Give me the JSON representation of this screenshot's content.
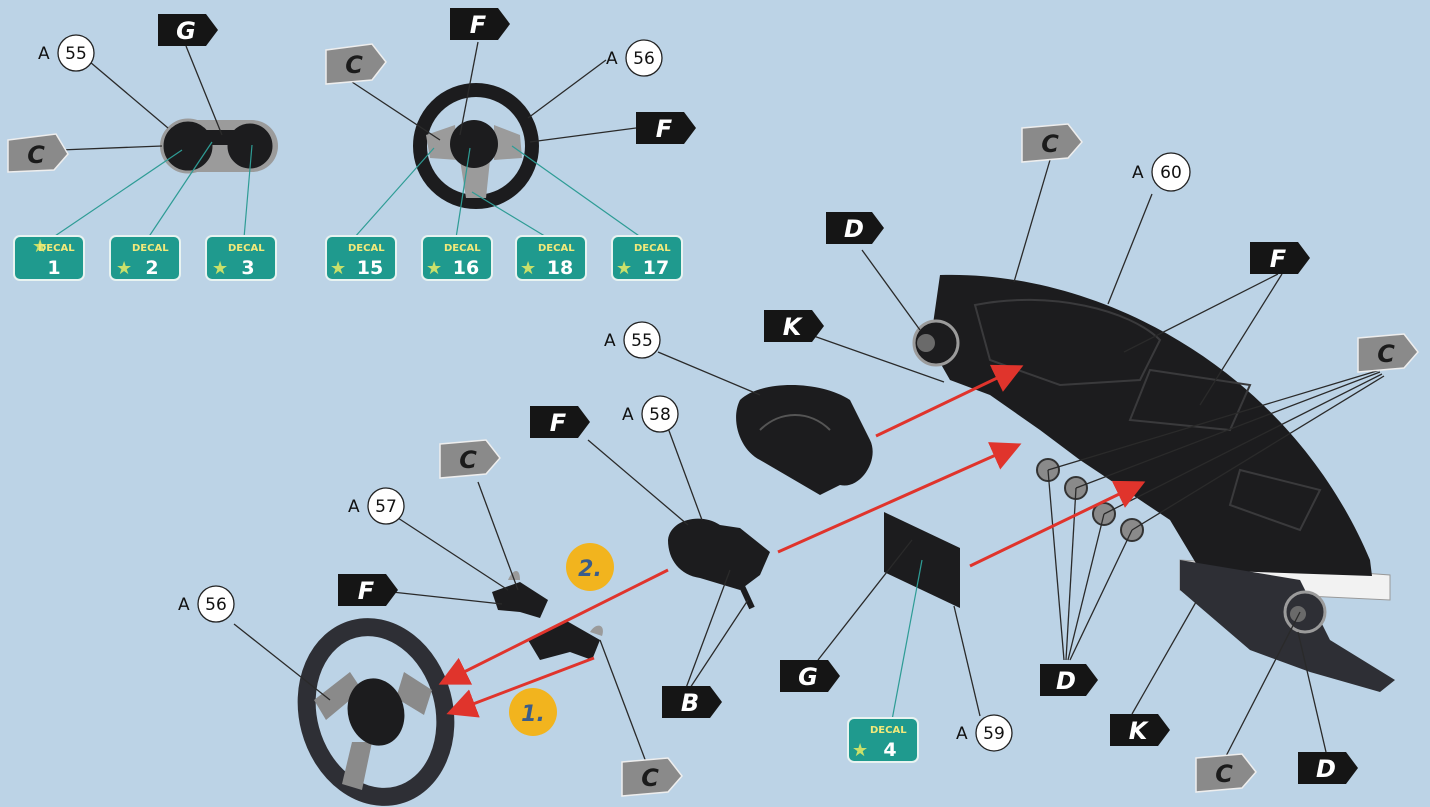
{
  "colors": {
    "background": "#bcd3e6",
    "part_dark": "#1c1c1e",
    "flag_black": "#151515",
    "flag_grey": "#8a8a8a",
    "decal_green": "#1f9a8e",
    "arrow_red": "#e0342c",
    "step_badge": "#f2b41e",
    "teal_leader": "#2e9c95"
  },
  "parts": {
    "p55_top": {
      "prefix": "A",
      "number": "55"
    },
    "p56_top": {
      "prefix": "A",
      "number": "56"
    },
    "p60": {
      "prefix": "A",
      "number": "60"
    },
    "p55_mid": {
      "prefix": "A",
      "number": "55"
    },
    "p58": {
      "prefix": "A",
      "number": "58"
    },
    "p57": {
      "prefix": "A",
      "number": "57"
    },
    "p56_bottom": {
      "prefix": "A",
      "number": "56"
    },
    "p59": {
      "prefix": "A",
      "number": "59"
    }
  },
  "decals": {
    "word": "DECAL",
    "d1": "1",
    "d2": "2",
    "d3": "3",
    "d15": "15",
    "d16": "16",
    "d18": "18",
    "d17": "17",
    "d4": "4"
  },
  "flags": {
    "g_top": "G",
    "c_cluster": "C",
    "c_wheel": "C",
    "f_top": "F",
    "f_wheel": "F",
    "c_dash_top": "C",
    "d_dash": "D",
    "f_dash": "F",
    "k_upper": "K",
    "c_right": "C",
    "f_mid": "F",
    "c_upper_left": "C",
    "f_left": "F",
    "b_mid": "B",
    "g_mid": "G",
    "c_bottom": "C",
    "d_bottom_group": "D",
    "k_lower": "K",
    "c_lower_right": "C",
    "d_lower_right": "D"
  },
  "steps": {
    "step1": "1.",
    "step2": "2."
  }
}
